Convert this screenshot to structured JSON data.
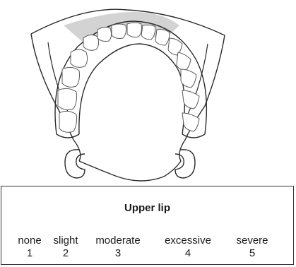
{
  "legend": {
    "title": "Upper lip",
    "scale": [
      {
        "label": "none",
        "value": "1"
      },
      {
        "label": "slight",
        "value": "2"
      },
      {
        "label": "moderate",
        "value": "3"
      },
      {
        "label": "excessive",
        "value": "4"
      },
      {
        "label": "severe",
        "value": "5"
      }
    ]
  },
  "colors": {
    "shaded_region": "#d3d3d3",
    "line": "#2a2a2a",
    "tooth_detail": "#5a5a5a"
  }
}
